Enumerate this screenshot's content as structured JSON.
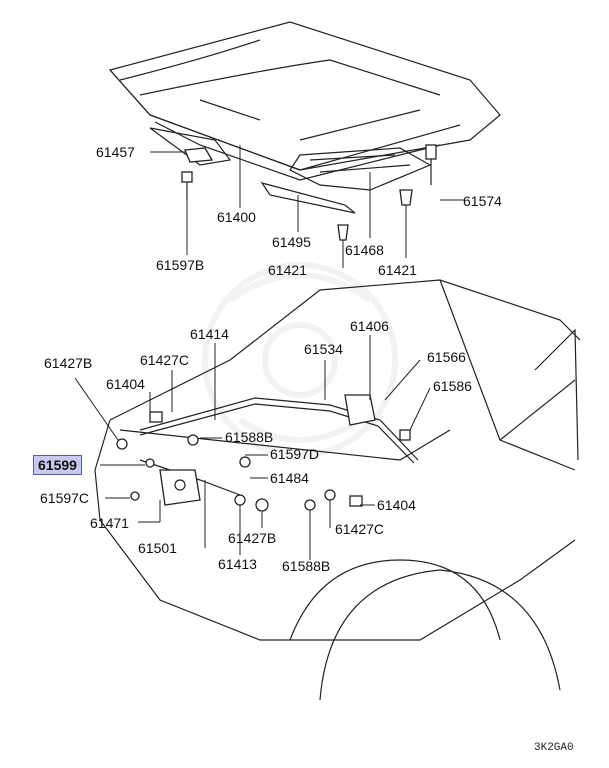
{
  "diagram_code": "3K2GA0",
  "labels": {
    "p61457": "61457",
    "p61400": "61400",
    "p61495": "61495",
    "p61468": "61468",
    "p61574": "61574",
    "p61597b": "61597B",
    "p61421a": "61421",
    "p61421b": "61421",
    "p61414": "61414",
    "p61406": "61406",
    "p61427b_top": "61427B",
    "p61427c_top": "61427C",
    "p61534": "61534",
    "p61566": "61566",
    "p61404_top": "61404",
    "p61586": "61586",
    "p61599": "61599",
    "p61588b_top": "61588B",
    "p61597d": "61597D",
    "p61484": "61484",
    "p61597c": "61597C",
    "p61404_bot": "61404",
    "p61471": "61471",
    "p61427c_bot": "61427C",
    "p61501": "61501",
    "p61413": "61413",
    "p61427b_bot": "61427B",
    "p61588b_bot": "61588B"
  },
  "highlighted_part": "61599"
}
